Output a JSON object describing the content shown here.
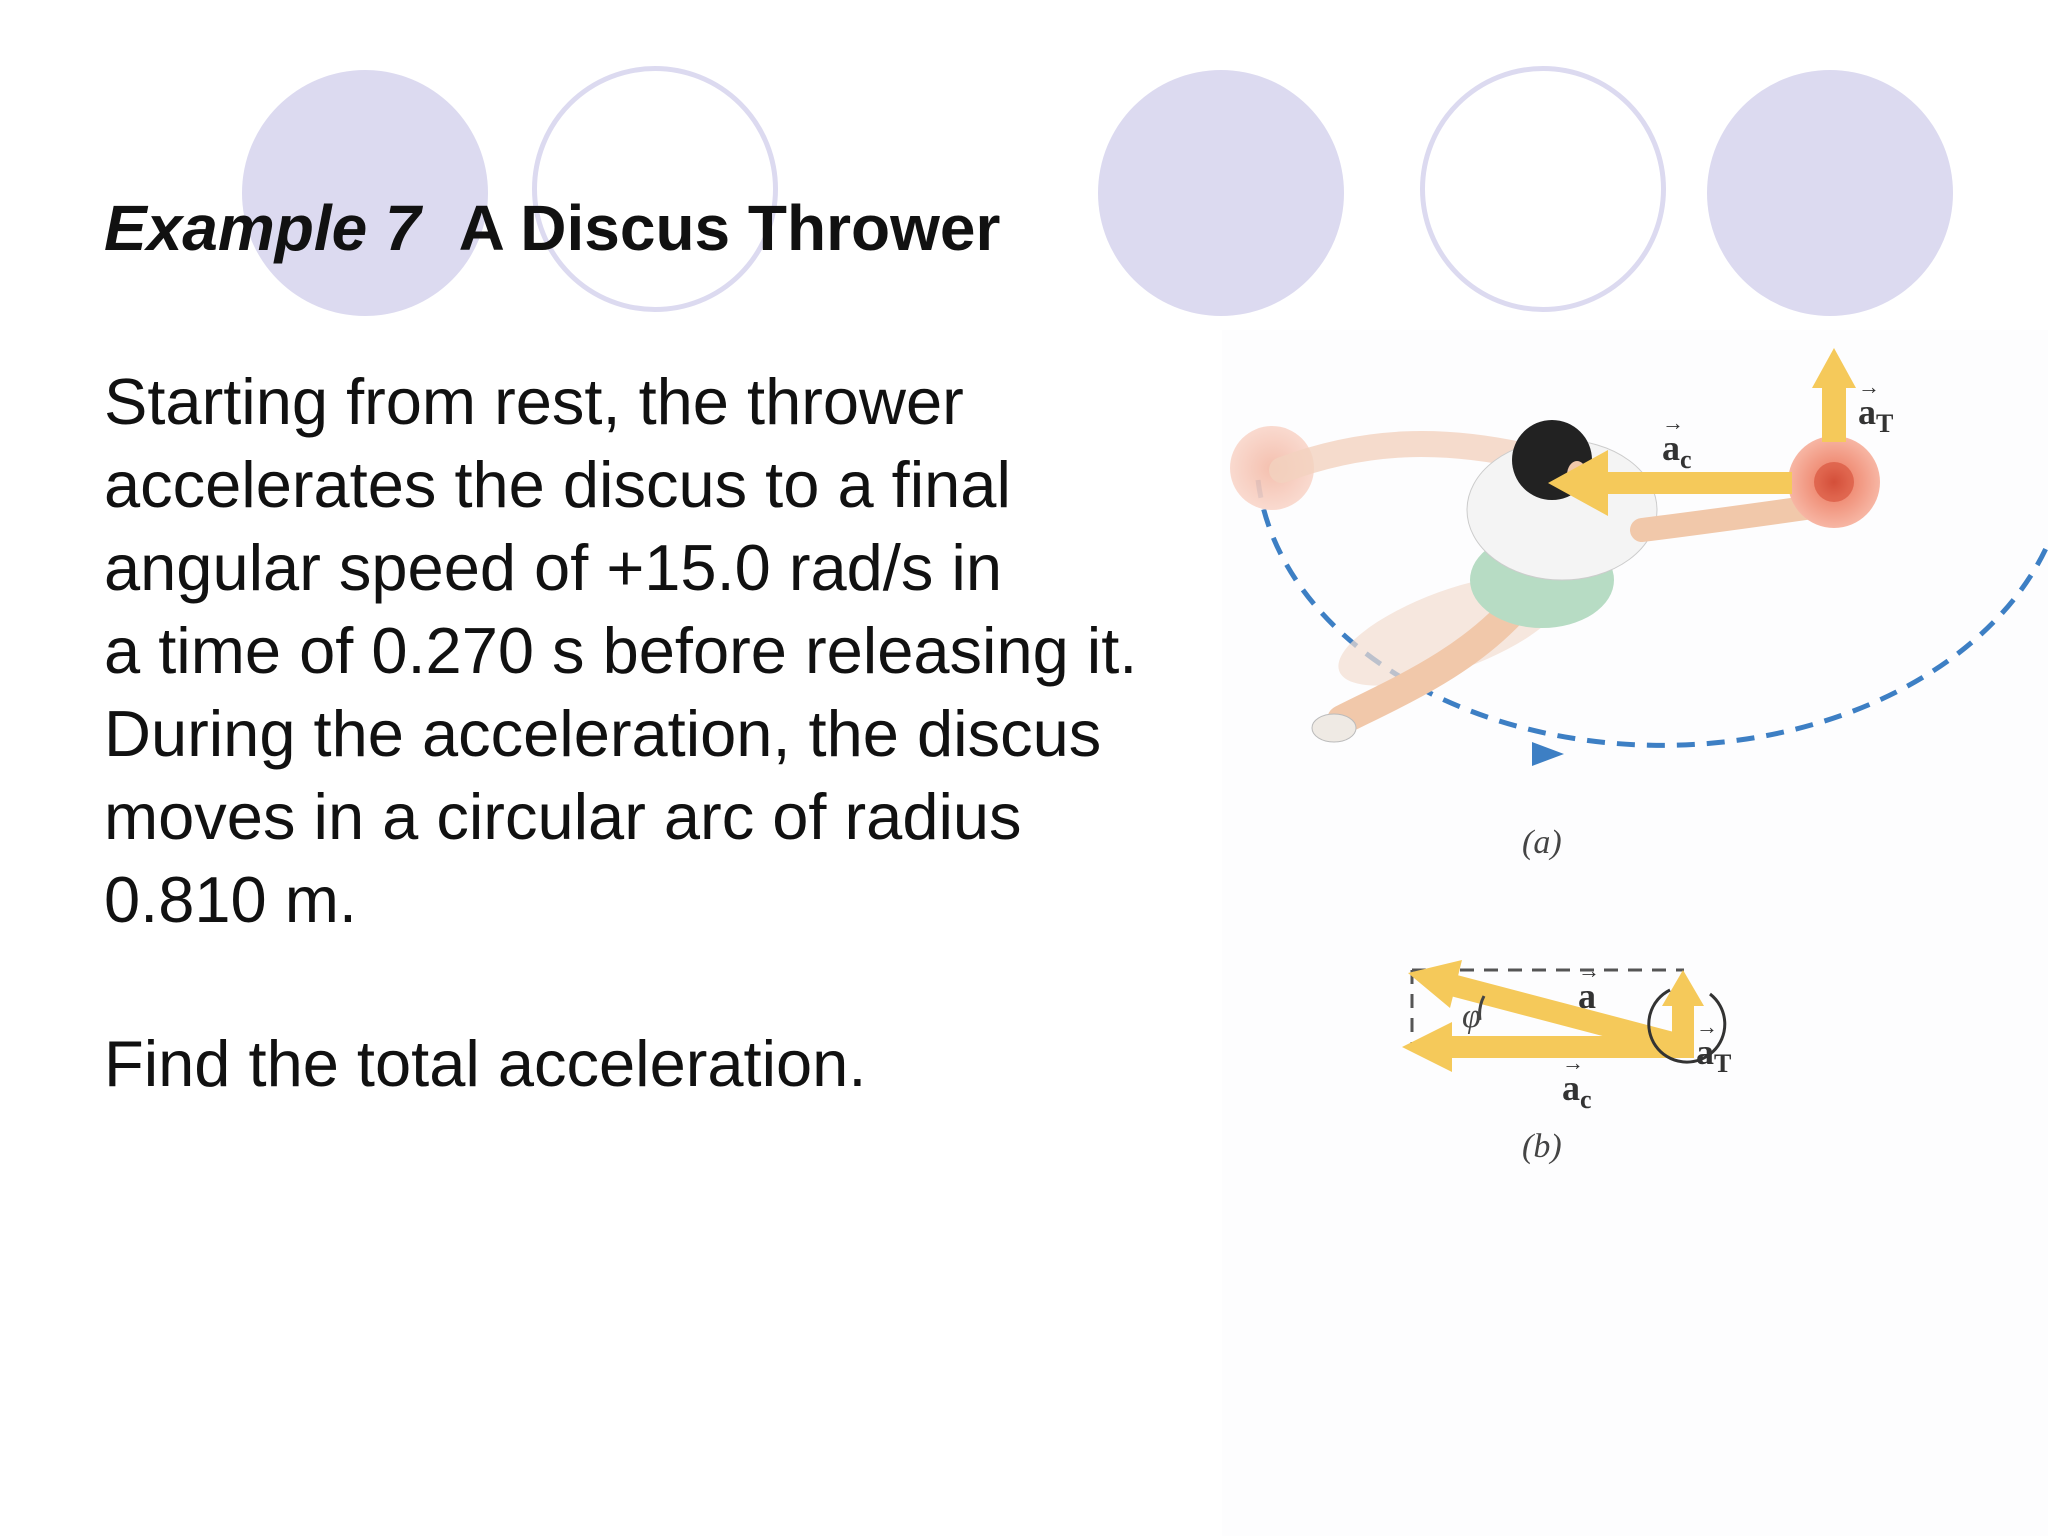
{
  "slide": {
    "title_italic": "Example 7",
    "title_rest": "A Discus Thrower",
    "body_lines": [
      "Starting from rest, the thrower",
      "accelerates the discus to a final",
      "angular speed of +15.0 rad/s in",
      "a time of 0.270 s before releasing it.",
      "During the acceleration, the discus",
      "moves in a circular arc of radius",
      "0.810 m."
    ],
    "question": "Find the total acceleration."
  },
  "figure": {
    "part_a_label": "(a)",
    "part_b_label": "(b)",
    "vector_ac": "a",
    "vector_ac_sub": "c",
    "vector_at": "a",
    "vector_at_sub": "T",
    "vector_a": "a",
    "angle_symbol": "φ",
    "vector_arrow": "→"
  },
  "colors": {
    "decor_circle": "#dcdaf0",
    "vector_yellow": "#f5c95a",
    "path_blue": "#3d7fc4",
    "discus_red": "#e8705a"
  }
}
